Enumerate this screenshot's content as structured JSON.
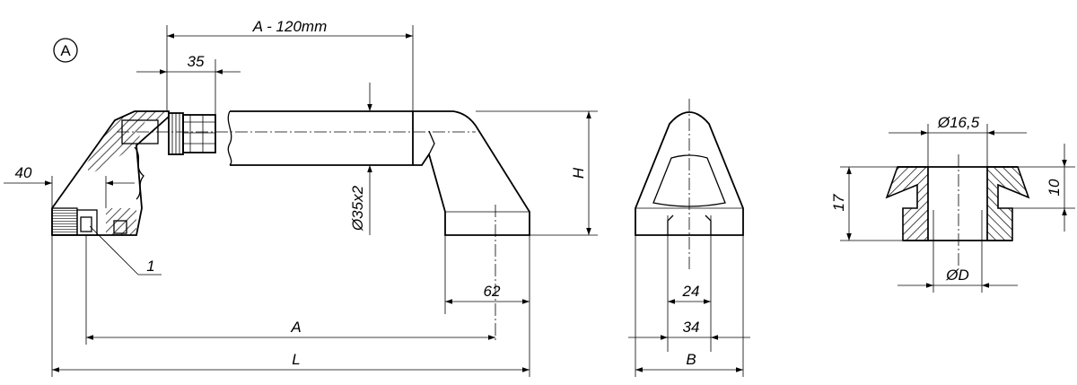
{
  "view_marker": "A",
  "dimensions": {
    "a_minus_120": "A - 120mm",
    "grip_35": "35",
    "offset_40": "40",
    "tube_dia": "Ø35x2",
    "height": "H",
    "foot_62": "62",
    "span_a": "A",
    "length_l": "L",
    "width_24": "24",
    "width_34": "34",
    "width_b": "B",
    "dia_16_5": "Ø16,5",
    "height_17": "17",
    "height_10": "10",
    "dia_d": "ØD"
  },
  "callouts": {
    "item_1": "1"
  }
}
